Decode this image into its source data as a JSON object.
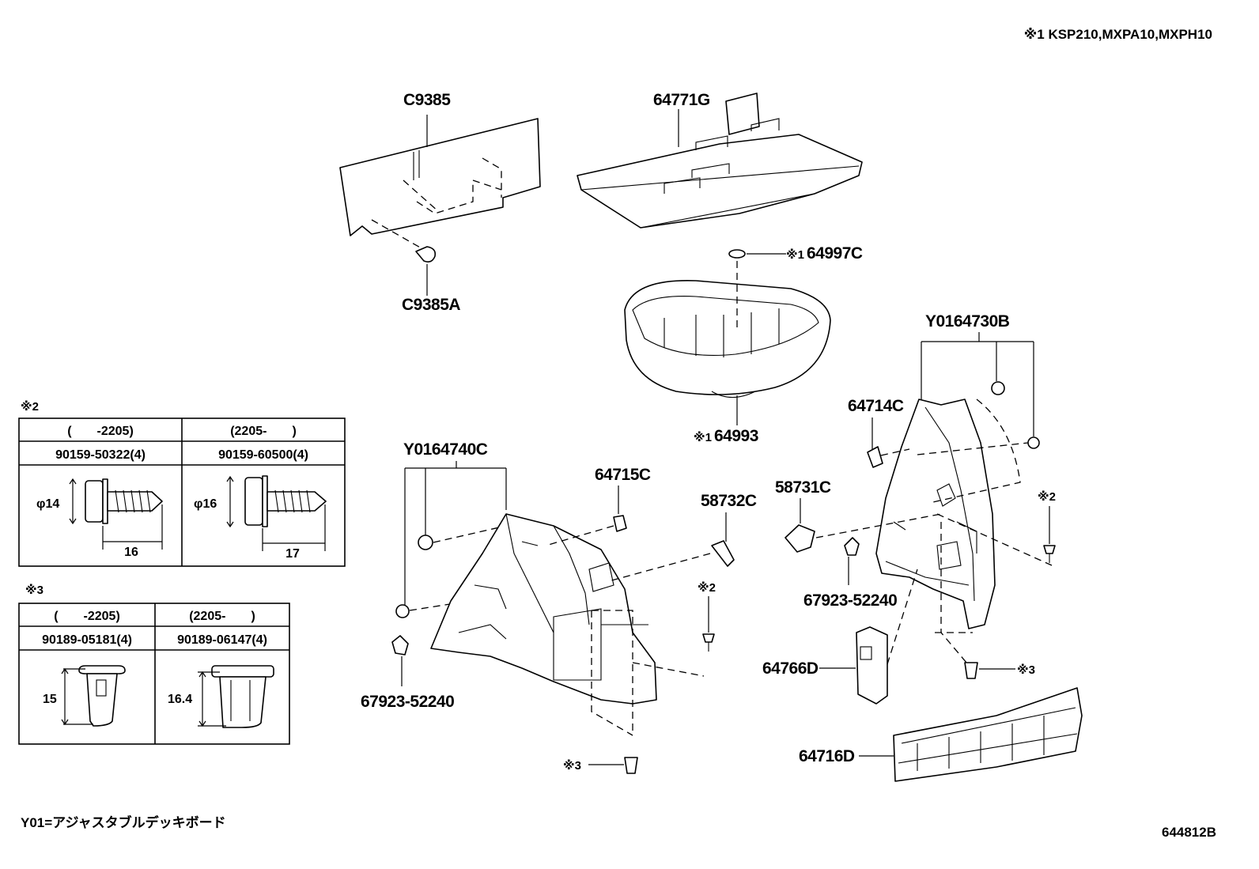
{
  "header_note": "※1 KSP210,MXPA10,MXPH10",
  "footer_note": "Y01=アジャスタブルデッキボード",
  "diagram_id": "644812B",
  "mark_1": "※1",
  "mark_2": "※2",
  "mark_3": "※3",
  "parts": {
    "c9385": "C9385",
    "c9385a": "C9385A",
    "p64771g": "64771G",
    "p64997c": "64997C",
    "p64993": "64993",
    "y0164730b": "Y0164730B",
    "p64714c": "64714C",
    "y0164740c": "Y0164740C",
    "p64715c": "64715C",
    "p58732c": "58732C",
    "p58731c": "58731C",
    "p67923_right": "67923-52240",
    "p67923_left": "67923-52240",
    "p64766d": "64766D",
    "p64716d": "64716D"
  },
  "table2": {
    "title": "※2",
    "col1_range": "(　　-2205)",
    "col2_range": "(2205-　　)",
    "col1_part": "90159-50322(4)",
    "col2_part": "90159-60500(4)",
    "col1_dia": "φ14",
    "col2_dia": "φ16",
    "col1_len": "16",
    "col2_len": "17"
  },
  "table3": {
    "title": "※3",
    "col1_range": "(　　-2205)",
    "col2_range": "(2205-　　)",
    "col1_part": "90189-05181(4)",
    "col2_part": "90189-06147(4)",
    "col1_len": "15",
    "col2_len": "16.4"
  }
}
